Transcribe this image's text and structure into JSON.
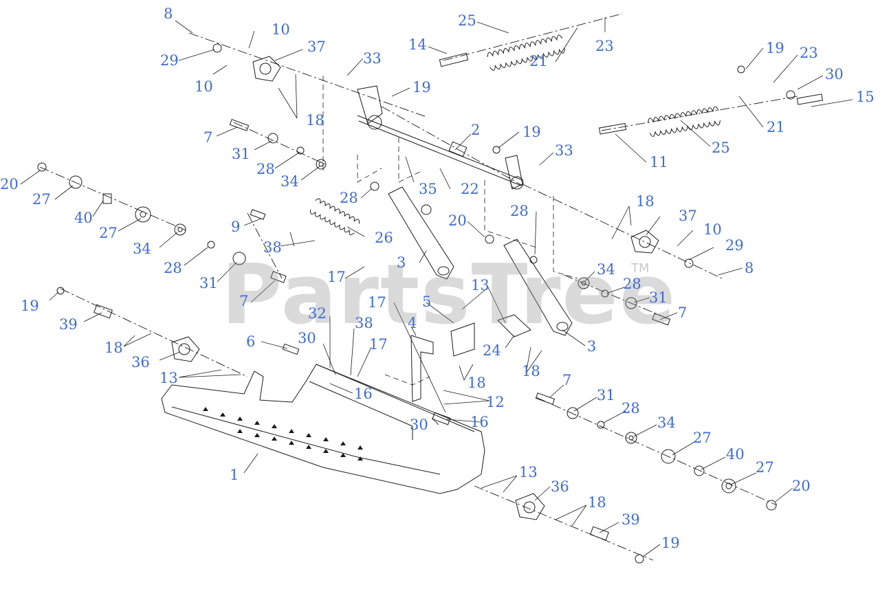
{
  "watermark": {
    "text": "PartsTree",
    "tm": "TM"
  },
  "colors": {
    "callout": "#3d6bd6",
    "line": "#1a1a1a",
    "watermark": "#969696"
  },
  "callouts": [
    {
      "n": "8"
    },
    {
      "n": "10"
    },
    {
      "n": "29"
    },
    {
      "n": "37"
    },
    {
      "n": "10"
    },
    {
      "n": "18"
    },
    {
      "n": "33"
    },
    {
      "n": "19"
    },
    {
      "n": "14"
    },
    {
      "n": "25"
    },
    {
      "n": "21"
    },
    {
      "n": "23"
    },
    {
      "n": "19"
    },
    {
      "n": "23"
    },
    {
      "n": "30"
    },
    {
      "n": "15"
    },
    {
      "n": "21"
    },
    {
      "n": "25"
    },
    {
      "n": "11"
    },
    {
      "n": "2"
    },
    {
      "n": "19"
    },
    {
      "n": "33"
    },
    {
      "n": "7"
    },
    {
      "n": "31"
    },
    {
      "n": "28"
    },
    {
      "n": "34"
    },
    {
      "n": "35"
    },
    {
      "n": "22"
    },
    {
      "n": "20"
    },
    {
      "n": "27"
    },
    {
      "n": "40"
    },
    {
      "n": "27"
    },
    {
      "n": "34"
    },
    {
      "n": "28"
    },
    {
      "n": "31"
    },
    {
      "n": "7"
    },
    {
      "n": "9"
    },
    {
      "n": "38"
    },
    {
      "n": "26"
    },
    {
      "n": "28"
    },
    {
      "n": "20"
    },
    {
      "n": "3"
    },
    {
      "n": "18"
    },
    {
      "n": "37"
    },
    {
      "n": "10"
    },
    {
      "n": "29"
    },
    {
      "n": "8"
    },
    {
      "n": "28"
    },
    {
      "n": "34"
    },
    {
      "n": "28"
    },
    {
      "n": "31"
    },
    {
      "n": "7"
    },
    {
      "n": "17"
    },
    {
      "n": "13"
    },
    {
      "n": "17"
    },
    {
      "n": "5"
    },
    {
      "n": "24"
    },
    {
      "n": "3"
    },
    {
      "n": "19"
    },
    {
      "n": "39"
    },
    {
      "n": "18"
    },
    {
      "n": "36"
    },
    {
      "n": "13"
    },
    {
      "n": "32"
    },
    {
      "n": "38"
    },
    {
      "n": "30"
    },
    {
      "n": "17"
    },
    {
      "n": "4"
    },
    {
      "n": "6"
    },
    {
      "n": "16"
    },
    {
      "n": "18"
    },
    {
      "n": "12"
    },
    {
      "n": "18"
    },
    {
      "n": "30"
    },
    {
      "n": "16"
    },
    {
      "n": "1"
    },
    {
      "n": "7"
    },
    {
      "n": "31"
    },
    {
      "n": "28"
    },
    {
      "n": "34"
    },
    {
      "n": "27"
    },
    {
      "n": "40"
    },
    {
      "n": "27"
    },
    {
      "n": "20"
    },
    {
      "n": "13"
    },
    {
      "n": "36"
    },
    {
      "n": "18"
    },
    {
      "n": "39"
    },
    {
      "n": "19"
    }
  ]
}
